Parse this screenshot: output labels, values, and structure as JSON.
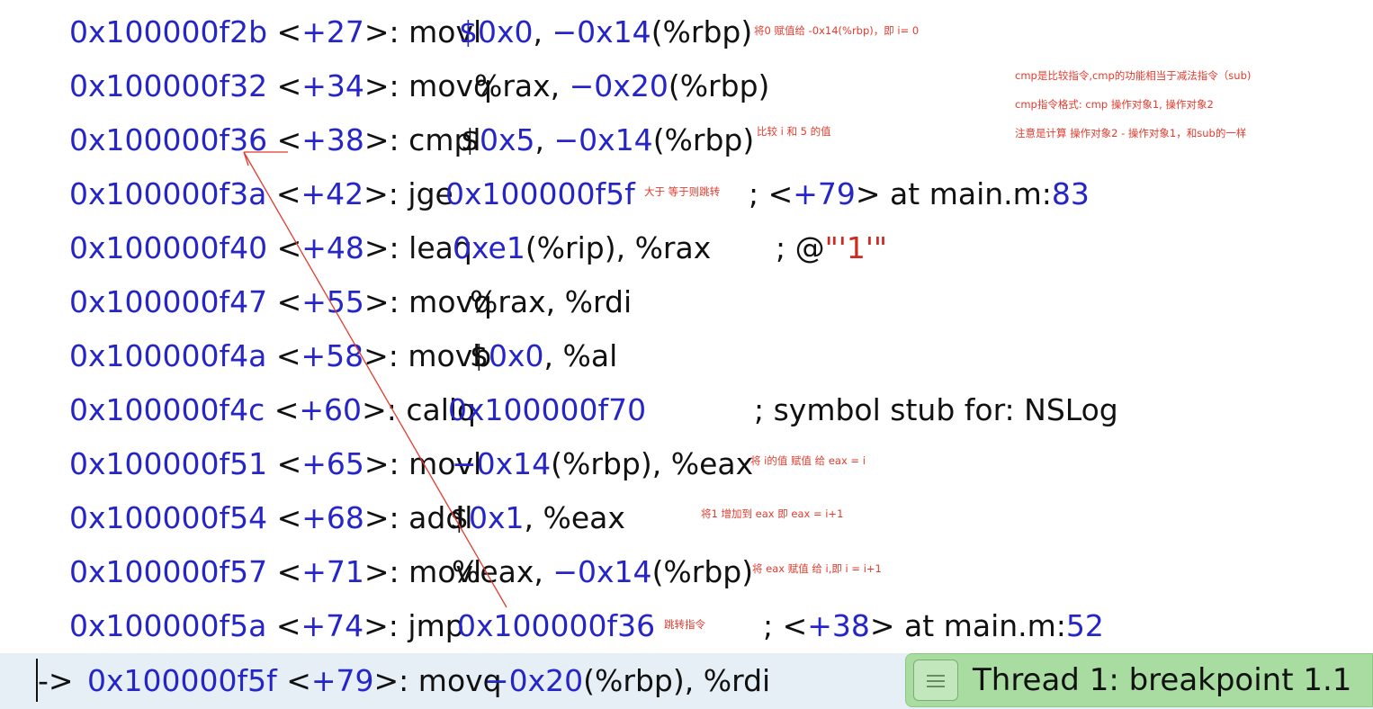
{
  "colors": {
    "address": "#2525c8",
    "text": "#111111",
    "annotation": "#e23b2e",
    "current_line_bg": "#e6eff5",
    "badge_bg": "#a8dca0"
  },
  "instructions": [
    {
      "addr": "0x100000f2b",
      "off": "+27",
      "mn": "movl",
      "ops": [
        [
          "b",
          "$0x0"
        ],
        [
          "k",
          ", "
        ],
        [
          "b",
          "−0x14"
        ],
        [
          "k",
          "(%rbp)"
        ]
      ],
      "comment": []
    },
    {
      "addr": "0x100000f32",
      "off": "+34",
      "mn": "movq",
      "ops": [
        [
          "k",
          "%rax, "
        ],
        [
          "b",
          "−0x20"
        ],
        [
          "k",
          "(%rbp)"
        ]
      ],
      "comment": []
    },
    {
      "addr": "0x100000f36",
      "off": "+38",
      "mn": "cmpl",
      "ops": [
        [
          "k",
          "$"
        ],
        [
          "b",
          "0x5"
        ],
        [
          "k",
          ", "
        ],
        [
          "b",
          "−0x14"
        ],
        [
          "k",
          "(%rbp)"
        ]
      ],
      "comment": []
    },
    {
      "addr": "0x100000f3a",
      "off": "+42",
      "mn": "jge",
      "ops": [
        [
          "b",
          "0x100000f5f"
        ]
      ],
      "comment": [
        [
          "k",
          "; <"
        ],
        [
          "b",
          "+79"
        ],
        [
          "k",
          "> at main.m:"
        ],
        [
          "b",
          "83"
        ]
      ]
    },
    {
      "addr": "0x100000f40",
      "off": "+48",
      "mn": "leaq",
      "ops": [
        [
          "b",
          "0xe1"
        ],
        [
          "k",
          "(%rip), %rax"
        ]
      ],
      "comment": [
        [
          "k",
          "; @"
        ],
        [
          "s",
          "\"'1'\""
        ]
      ]
    },
    {
      "addr": "0x100000f47",
      "off": "+55",
      "mn": "movq",
      "ops": [
        [
          "k",
          "%rax, %rdi"
        ]
      ],
      "comment": []
    },
    {
      "addr": "0x100000f4a",
      "off": "+58",
      "mn": "movb",
      "ops": [
        [
          "k",
          "$"
        ],
        [
          "b",
          "0x0"
        ],
        [
          "k",
          ", %al"
        ]
      ],
      "comment": []
    },
    {
      "addr": "0x100000f4c",
      "off": "+60",
      "mn": "callq",
      "ops": [
        [
          "b",
          "0x100000f70"
        ]
      ],
      "comment": [
        [
          "k",
          "; symbol stub for: NSLog"
        ]
      ]
    },
    {
      "addr": "0x100000f51",
      "off": "+65",
      "mn": "movl",
      "ops": [
        [
          "b",
          "−0x14"
        ],
        [
          "k",
          "(%rbp), %eax"
        ]
      ],
      "comment": []
    },
    {
      "addr": "0x100000f54",
      "off": "+68",
      "mn": "addl",
      "ops": [
        [
          "k",
          "$"
        ],
        [
          "b",
          "0x1"
        ],
        [
          "k",
          ", %eax"
        ]
      ],
      "comment": []
    },
    {
      "addr": "0x100000f57",
      "off": "+71",
      "mn": "movl",
      "ops": [
        [
          "k",
          "%eax, "
        ],
        [
          "b",
          "−0x14"
        ],
        [
          "k",
          "(%rbp)"
        ]
      ],
      "comment": []
    },
    {
      "addr": "0x100000f5a",
      "off": "+74",
      "mn": "jmp",
      "ops": [
        [
          "b",
          "0x100000f36"
        ]
      ],
      "comment": [
        [
          "k",
          "; <"
        ],
        [
          "b",
          "+38"
        ],
        [
          "k",
          "> at main.m:"
        ],
        [
          "b",
          "52"
        ]
      ]
    }
  ],
  "current": {
    "arrow": "->",
    "addr": "0x100000f5f",
    "off": "+79",
    "mn": "movq",
    "ops": [
      [
        "b",
        "−0x20"
      ],
      [
        "k",
        "(%rbp), %rdi"
      ]
    ]
  },
  "annotations": [
    "将0 赋值给 -0x14(%rbp)，即 i= 0",
    "cmp是比较指令,cmp的功能相当于减法指令（sub)",
    "cmp指令格式:   cmp    操作对象1, 操作对象2",
    "注意是计算 操作对象2 - 操作对象1，和sub的一样",
    "比较 i 和  5 的值",
    "大于 等于则跳转",
    "将 i的值 赋值 给 eax = i",
    "将1 增加到 eax 即 eax = i+1",
    "将 eax 赋值 给 i,即 i = i+1",
    "跳转指令"
  ],
  "thread_badge": {
    "label": "Thread 1: breakpoint 1.1",
    "icon": "menu-lines-icon"
  }
}
